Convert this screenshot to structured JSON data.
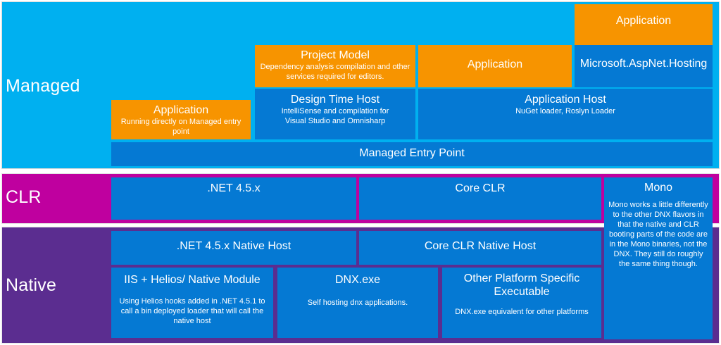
{
  "diagram": {
    "title": "DNX / .NET Execution Environment layered architecture",
    "colors": {
      "managed_band": "#00B0F0",
      "clr_band": "#BF009F",
      "native_band": "#5B2D90",
      "box_blue": "#0579D3",
      "box_orange": "#F79400",
      "text": "#FFFFFF"
    },
    "bands": [
      {
        "id": "managed",
        "label": "Managed"
      },
      {
        "id": "clr",
        "label": "CLR"
      },
      {
        "id": "native",
        "label": "Native"
      }
    ]
  },
  "managed": {
    "application_right": {
      "title": "Application",
      "sub": "",
      "color": "orange"
    },
    "project_model": {
      "title": "Project Model",
      "sub": "Dependency analysis compilation and other services required for editors.",
      "color": "orange"
    },
    "application_mid": {
      "title": "Application",
      "sub": "",
      "color": "orange"
    },
    "aspnet_hosting": {
      "title": "Microsoft.AspNet.Hosting",
      "sub": "",
      "color": "blue"
    },
    "design_time_host": {
      "title": "Design Time Host",
      "sub": "IntelliSense and compilation for\nVisual Studio and Omnisharp",
      "color": "blue"
    },
    "application_host": {
      "title": "Application Host",
      "sub": "NuGet loader, Roslyn Loader",
      "color": "blue"
    },
    "application_left": {
      "title": "Application",
      "sub": "Running directly on Managed entry point",
      "color": "orange"
    },
    "managed_entry_point": {
      "title": "Managed Entry Point",
      "sub": "",
      "color": "blue"
    }
  },
  "clr": {
    "net45": {
      "title": ".NET 4.5.x",
      "sub": "",
      "color": "blue"
    },
    "core_clr": {
      "title": "Core CLR",
      "sub": "",
      "color": "blue"
    },
    "mono": {
      "title": "Mono",
      "sub": "Mono works a little differently to the other DNX flavors in that the native and CLR booting parts of the code are in the Mono binaries, not the DNX. They still do roughly the same thing though.",
      "color": "blue"
    }
  },
  "native": {
    "net45_native_host": {
      "title": ".NET 4.5.x Native Host",
      "sub": "",
      "color": "blue"
    },
    "core_clr_native_host": {
      "title": "Core CLR Native Host",
      "sub": "",
      "color": "blue"
    },
    "iis_helios": {
      "title": "IIS + Helios/ Native Module",
      "sub": "Using Helios hooks added in .NET 4.5.1 to call a bin deployed loader that will call the native host",
      "color": "blue"
    },
    "dnx_exe": {
      "title": "DNX.exe",
      "sub": "Self hosting dnx applications.",
      "color": "blue"
    },
    "other_platform": {
      "title": "Other Platform Specific Executable",
      "sub": "DNX.exe equivalent for other platforms",
      "color": "blue"
    }
  }
}
